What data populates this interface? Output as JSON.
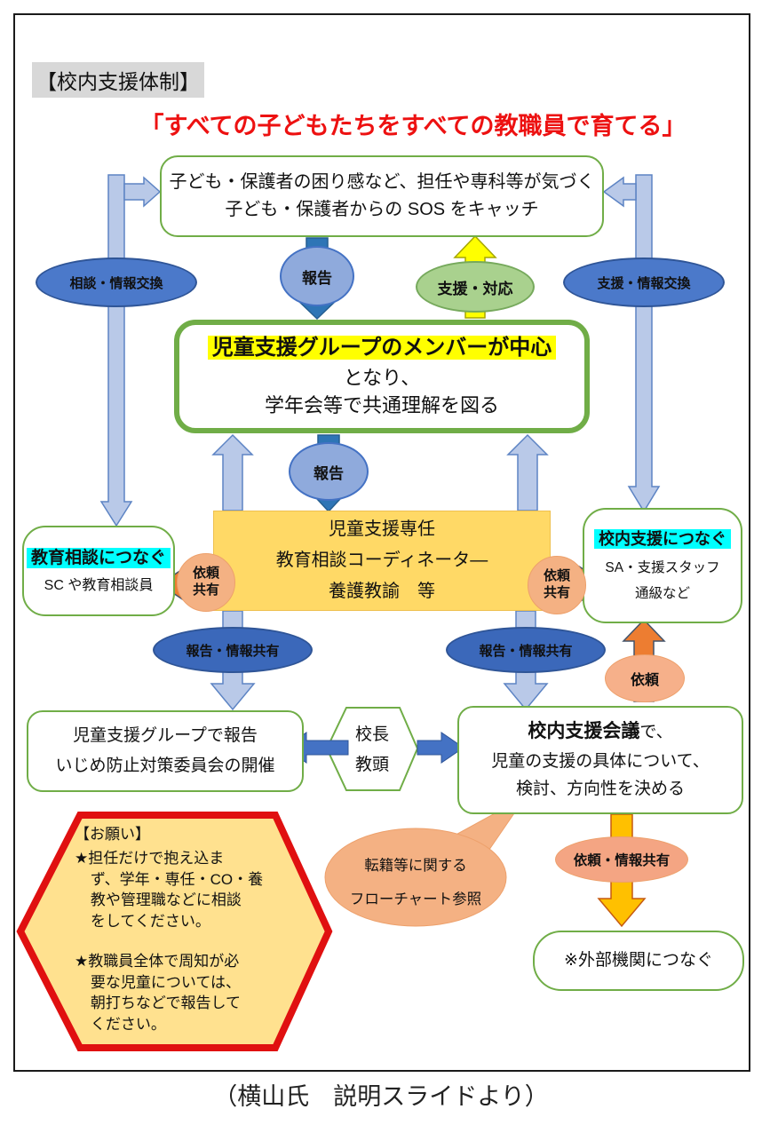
{
  "header": {
    "tag": "【校内支援体制】",
    "slogan": "「すべての子どもたちをすべての教職員で育てる」"
  },
  "awareness_box": {
    "line1": "子ども・保護者の困り感など、担任や専科等が気づく",
    "line2": "子ども・保護者からの SOS をキャッチ"
  },
  "side_ovals": {
    "consult_exchange": "相談・情報交換",
    "support_exchange": "支援・情報交換"
  },
  "flow_labels": {
    "report_top": "報告",
    "support_response": "支援・対応",
    "report_mid": "報告",
    "request_share_left": "依頼\n共有",
    "request_share_right": "依頼\n共有",
    "report_share_left": "報告・情報共有",
    "report_share_right": "報告・情報共有",
    "request": "依頼",
    "request_info_share": "依頼・情報共有"
  },
  "core_box": {
    "highlight": "児童支援グループのメンバーが中心",
    "line2": "となり、",
    "line3": "学年会等で共通理解を図る"
  },
  "staff_box": {
    "line1": "児童支援専任",
    "line2": "教育相談コーディネータ―",
    "line3": "養護教諭　等"
  },
  "counsel_box": {
    "highlight": "教育相談につなぐ",
    "line2": "SC や教育相談員"
  },
  "school_support_box": {
    "highlight": "校内支援につなぐ",
    "line2": "SA・支援スタッフ",
    "line3": "通級など"
  },
  "group_report_box": {
    "line1": "児童支援グループで報告",
    "line2": "いじめ防止対策委員会の開催"
  },
  "principal_hexagon": {
    "line1": "校長",
    "line2": "教頭"
  },
  "meeting_box": {
    "line1_bold": "校内支援会議",
    "line1_rest": "で、",
    "line2": "児童の支援の具体について、",
    "line3": "検討、方向性を決める"
  },
  "speech_bubble": {
    "line1": "転籍等に関する",
    "line2": "フローチャート参照"
  },
  "request_hexagon": {
    "title": "【お願い】",
    "para1": "★担任だけで抱え込ま\nず、学年・専任・CO・養\n教や管理職などに相談\nをしてください。",
    "para2": "★教職員全体で周知が必\n要な児童については、\n朝打ちなどで報告して\nください。"
  },
  "external_box": {
    "text": "※外部機関につなぐ"
  },
  "caption": "（横山氏　説明スライドより）",
  "colors": {
    "slogan_red": "#ed1111",
    "green_border": "#70ad47",
    "light_blue_arrow": "#b9c9e8",
    "medium_blue_arrow": "#2e75b6",
    "dark_blue_oval": "#4b79ca",
    "report_oval_blue": "#8faadc",
    "support_green_oval": "#a9d18e",
    "yellow_arrow": "#ffff00",
    "staff_box_gold": "#ffd966",
    "salmon": "#f4b183",
    "orange_arrow": "#ed7d31",
    "gold_arrow": "#ffc000",
    "red_hexagon_border": "#e01010",
    "hexagon_fill": "#ffe18f",
    "yellow_highlight": "#ffff00",
    "cyan_highlight": "#00ffff"
  }
}
